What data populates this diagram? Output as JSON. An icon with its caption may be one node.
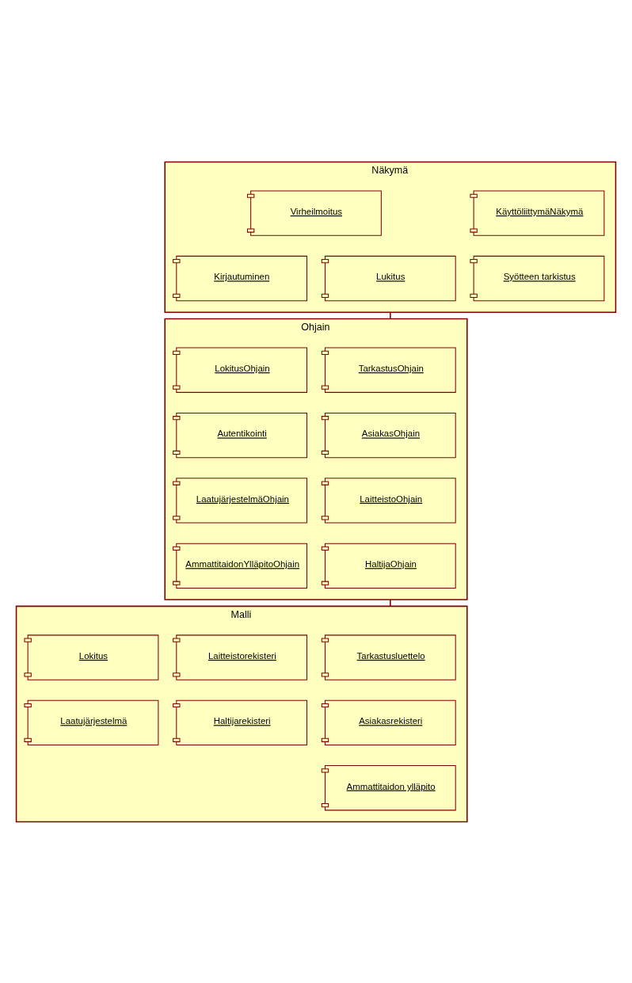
{
  "diagram": {
    "nodes": [
      {
        "text": [
          "Näkymä"
        ]
      },
      {
        "text": [
          "KäyttöliittymäNäkymä"
        ],
        "in": 0
      },
      {
        "text": [
          "Virheilmoitus"
        ],
        "in": 0
      },
      {
        "text": [
          "Syötteen tarkistus"
        ],
        "in": 0
      },
      {
        "text": [
          "Lukitus"
        ],
        "in": 0
      },
      {
        "text": [
          "Kirjautuminen"
        ],
        "in": 0
      },
      {
        "text": [
          "Ohjain"
        ]
      },
      {
        "text": [
          "TarkastusOhjain"
        ],
        "in": 6
      },
      {
        "text": [
          "LokitusOhjain"
        ],
        "in": 6
      },
      {
        "text": [
          "AsiakasOhjain"
        ],
        "in": 6
      },
      {
        "text": [
          "Autentikointi"
        ],
        "in": 6
      },
      {
        "text": [
          "LaitteistoOhjain"
        ],
        "in": 6
      },
      {
        "text": [
          "LaatujärjestelmäOhjain"
        ],
        "in": 6
      },
      {
        "text": [
          "HaltijaOhjain"
        ],
        "in": 6
      },
      {
        "text": [
          "AmmattitaidonYlläpitoOhjain"
        ],
        "in": 6
      },
      {
        "text": [
          "Malli"
        ]
      },
      {
        "text": [
          "Tarkastusluettelo"
        ],
        "in": 15
      },
      {
        "text": [
          "Laitteistorekisteri"
        ],
        "in": 15
      },
      {
        "text": [
          "Lokitus"
        ],
        "in": 15
      },
      {
        "text": [
          "Asiakasrekisteri"
        ],
        "in": 15
      },
      {
        "text": [
          "Haltijarekisteri"
        ],
        "in": 15
      },
      {
        "text": [
          "Laatujärjestelmä"
        ],
        "in": 15
      },
      {
        "text": [
          "Ammattitaidon ylläpito"
        ],
        "in": 15
      }
    ],
    "edges": [
      {
        "from": 0,
        "to": 6,
        "arrow": "none"
      },
      {
        "from": 6,
        "to": 15,
        "arrow": "none"
      }
    ]
  }
}
